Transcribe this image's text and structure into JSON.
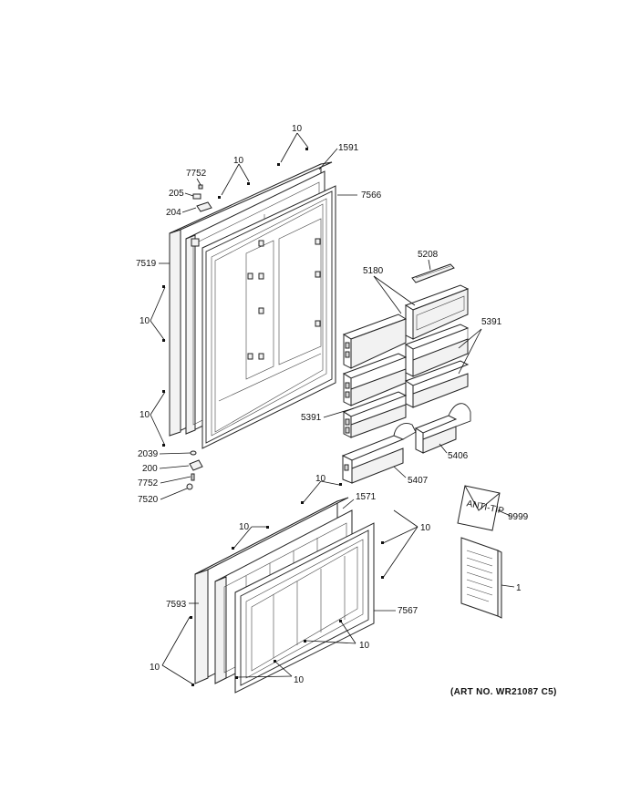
{
  "art_number": "(ART NO. WR21087 C5)",
  "anti_tip_text": "ANTI-TIP",
  "labels": {
    "screw_top_a": "10",
    "screw_top_b": "10",
    "part_1591": "1591",
    "part_7566": "7566",
    "part_7752_top": "7752",
    "part_205": "205",
    "part_204": "204",
    "part_7519": "7519",
    "screw_left_a": "10",
    "screw_left_b": "10",
    "part_2039": "2039",
    "part_200": "200",
    "part_7752_bottom": "7752",
    "part_7520": "7520",
    "part_5208": "5208",
    "part_5180": "5180",
    "part_5391_right": "5391",
    "part_5391_left": "5391",
    "part_5406": "5406",
    "part_5407": "5407",
    "screw_freezer_top": "10",
    "part_1571": "1571",
    "screw_freezer_a": "10",
    "screw_freezer_right": "10",
    "part_9999": "9999",
    "part_1": "1",
    "part_7593": "7593",
    "part_7567": "7567",
    "screw_freezer_mid": "10",
    "screw_freezer_left": "10",
    "screw_freezer_bottom": "10"
  }
}
